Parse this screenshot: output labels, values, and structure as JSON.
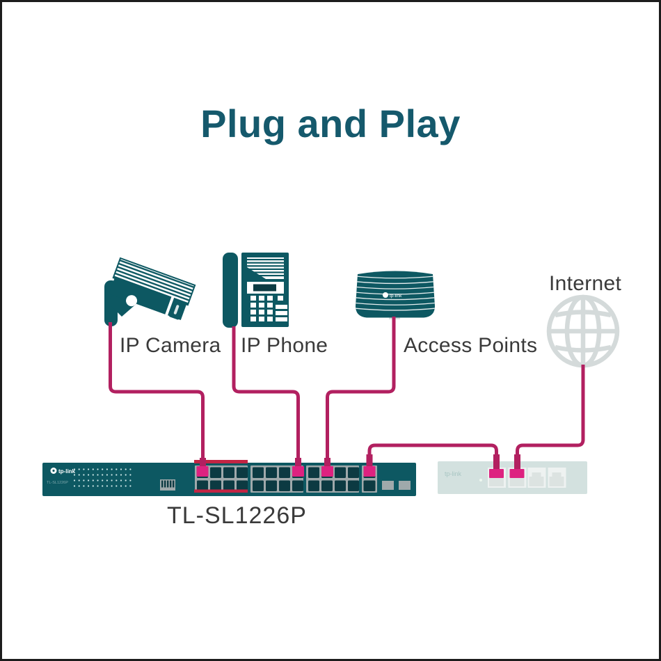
{
  "title": "Plug and Play",
  "labels": {
    "camera": "IP Camera",
    "phone": "IP Phone",
    "access_points": "Access Points",
    "internet": "Internet",
    "switch_model": "TL-SL1226P"
  },
  "switch": {
    "brand": "tp-link",
    "panel_model": "TL-SL1226P"
  },
  "router": {
    "brand": "tp-link"
  },
  "access_point": {
    "brand": "tp-link"
  },
  "connections": [
    {
      "from": "ip-camera",
      "to": "switch-group1-top-port1"
    },
    {
      "from": "ip-phone",
      "to": "switch-group2-top-port4"
    },
    {
      "from": "access-point",
      "to": "switch-group3-top-port2"
    },
    {
      "from": "switch-uplink-port",
      "to": "router-port1"
    },
    {
      "from": "internet",
      "to": "router-port2"
    }
  ],
  "colors": {
    "teal": "#0D5862",
    "title_teal": "#15596C",
    "port_dark": "#0C3A42",
    "port_frame_gray": "#9FA9AB",
    "cable_magenta": "#B22060",
    "plug_pink": "#DD2280",
    "poe_bar_red": "#C22443",
    "globe_gray": "#D4DADA",
    "router_body": "#D3E1DF",
    "label_text": "#3A3A3A"
  }
}
